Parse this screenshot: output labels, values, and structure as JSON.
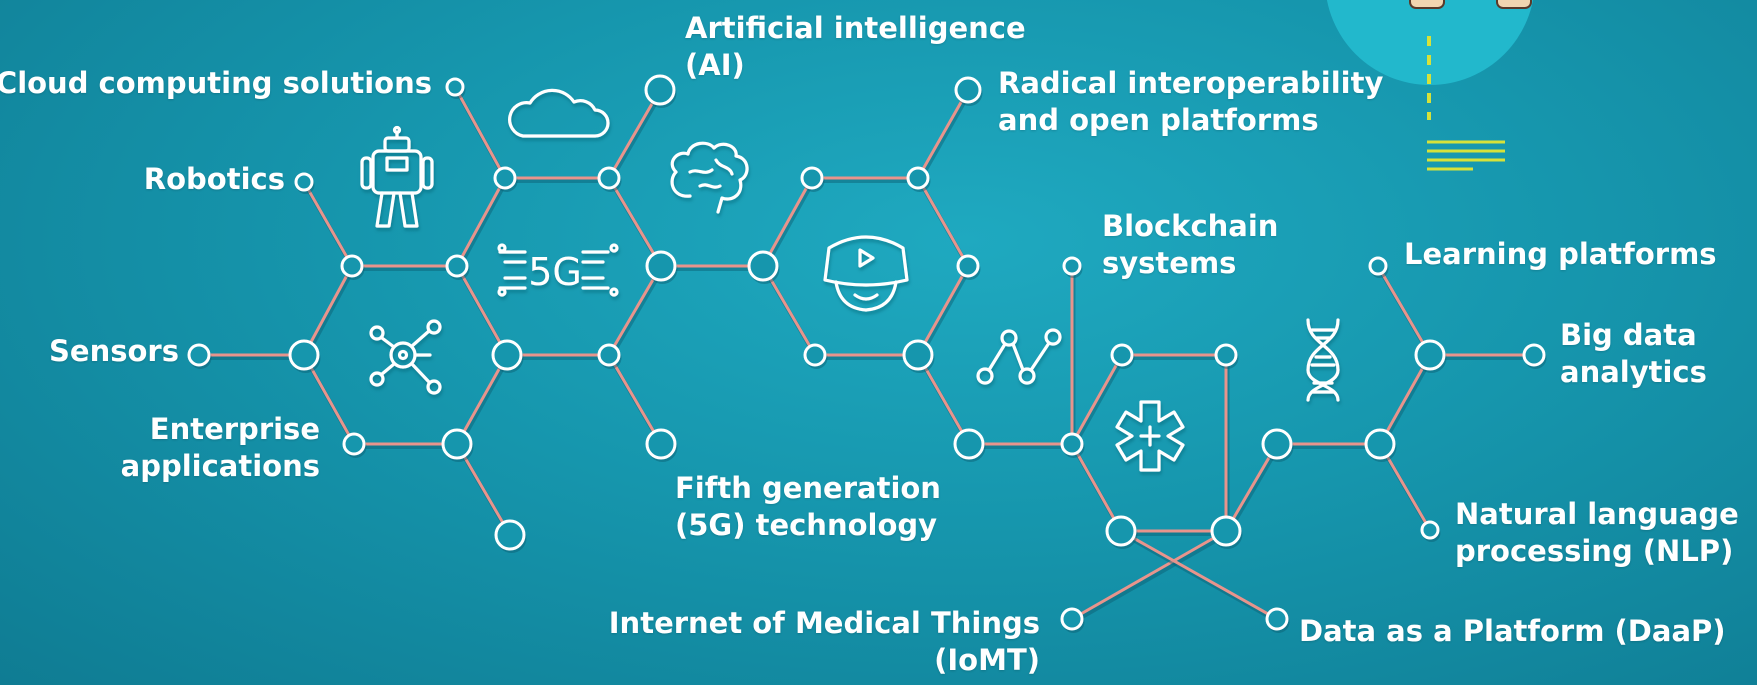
{
  "labels": {
    "cloud": "Cloud computing solutions",
    "robotics": "Robotics",
    "sensors": "Sensors",
    "enterprise": [
      "Enterprise",
      "applications"
    ],
    "ai": [
      "Artificial intelligence",
      "(AI)"
    ],
    "radical": [
      "Radical interoperability",
      "and open platforms"
    ],
    "fiveg": [
      "Fifth generation",
      "(5G) technology"
    ],
    "iomt": [
      "Internet of Medical Things",
      "(IoMT)"
    ],
    "blockchain": [
      "Blockchain",
      "systems"
    ],
    "learning": "Learning platforms",
    "bigdata": [
      "Big data",
      "analytics"
    ],
    "nlp": [
      "Natural language",
      "processing (NLP)"
    ],
    "daap": "Data as a Platform (DaaP)"
  },
  "icon_texts": {
    "fiveg": "5G"
  },
  "icons": [
    "cloud-icon",
    "robot-icon",
    "5g-icon",
    "brain-icon",
    "vr-headset-icon",
    "network-hub-icon",
    "trend-line-icon",
    "medical-star-icon",
    "dna-icon"
  ],
  "colors": {
    "background": "#1696ad",
    "edge": "#e8948c",
    "node_stroke": "#ffffff",
    "accent": "#d6e23a",
    "text": "#ffffff"
  }
}
